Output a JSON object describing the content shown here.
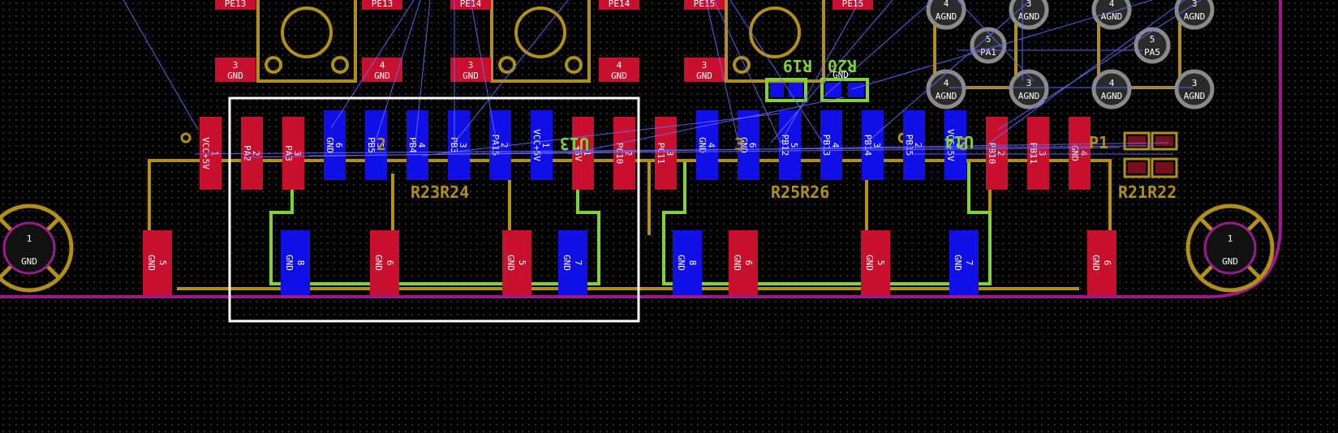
{
  "board": {
    "background": "#000000",
    "f_cu": "#c8102e",
    "b_cu": "#1010e6",
    "silk": "#b0901a",
    "silk_ref": "#7fd23a",
    "edge": "#9b1a8a",
    "ratsnest": "#6a6aff",
    "selection": "#ffffff"
  },
  "mounting_holes": [
    {
      "num": "1",
      "net": "GND"
    },
    {
      "num": "1",
      "net": "GND"
    }
  ],
  "top_pads": [
    {
      "num": "3",
      "net": "GND"
    },
    {
      "num": "4",
      "net": "GND"
    },
    {
      "num": "3",
      "net": "GND"
    },
    {
      "num": "4",
      "net": "GND"
    },
    {
      "num": "3",
      "net": "GND"
    }
  ],
  "top_clip_labels": [
    "PE13",
    "PE13",
    "PE14",
    "PE14",
    "PE15",
    "PE15"
  ],
  "agnd_pads": [
    {
      "num": "4",
      "net": "AGND"
    },
    {
      "num": "3",
      "net": "AGND"
    },
    {
      "num": "4",
      "net": "AGND"
    },
    {
      "num": "3",
      "net": "AGND"
    },
    {
      "num": "4",
      "net": "AGND"
    },
    {
      "num": "3",
      "net": "AGND"
    },
    {
      "num": "4",
      "net": "AGND"
    },
    {
      "num": "3",
      "net": "AGND"
    }
  ],
  "pa_pads": [
    {
      "num": "5",
      "net": "PA1"
    },
    {
      "num": "5",
      "net": "PA5"
    }
  ],
  "connector_pins": [
    {
      "num": "1",
      "net": "VCC+5V"
    },
    {
      "num": "2",
      "net": "PA2"
    },
    {
      "num": "3",
      "net": "PA3"
    },
    {
      "num": "6",
      "net": "GND"
    },
    {
      "num": "5",
      "net": "PB5"
    },
    {
      "num": "4",
      "net": "PB4"
    },
    {
      "num": "3",
      "net": "PB3"
    },
    {
      "num": "2",
      "net": "PA15"
    },
    {
      "num": "1",
      "net": "VCC+5V"
    },
    {
      "num": "1",
      "net": "+5V"
    },
    {
      "num": "2",
      "net": "PC10"
    },
    {
      "num": "3",
      "net": "PC11"
    },
    {
      "num": "4",
      "net": "GND"
    },
    {
      "num": "6",
      "net": "GND"
    },
    {
      "num": "5",
      "net": "PB12"
    },
    {
      "num": "4",
      "net": "PB13"
    },
    {
      "num": "3",
      "net": "PB14"
    },
    {
      "num": "2",
      "net": "PB15"
    },
    {
      "num": "1",
      "net": "VCC+5V"
    },
    {
      "num": "2",
      "net": "PB10"
    },
    {
      "num": "3",
      "net": "PB11"
    },
    {
      "num": "4",
      "net": "GND"
    }
  ],
  "bottom_pads": [
    {
      "num": "5",
      "net": "GND"
    },
    {
      "num": "8",
      "net": "GND"
    },
    {
      "num": "6",
      "net": "GND"
    },
    {
      "num": "5",
      "net": "GND"
    },
    {
      "num": "7",
      "net": "GND"
    },
    {
      "num": "8",
      "net": "GND"
    },
    {
      "num": "6",
      "net": "GND"
    },
    {
      "num": "5",
      "net": "GND"
    },
    {
      "num": "7",
      "net": "GND"
    },
    {
      "num": "6",
      "net": "GND"
    }
  ],
  "silk_labels": {
    "r23r24": "R23R24",
    "r25r26": "R25R26",
    "r21r22": "R21R22",
    "p1": "P1",
    "r19": "R19",
    "r20": "R20",
    "r20_net": "GND",
    "u13": "U13",
    "u14": "U14",
    "frag_1": "2",
    "frag_2": "3",
    "frag_3": "3"
  }
}
